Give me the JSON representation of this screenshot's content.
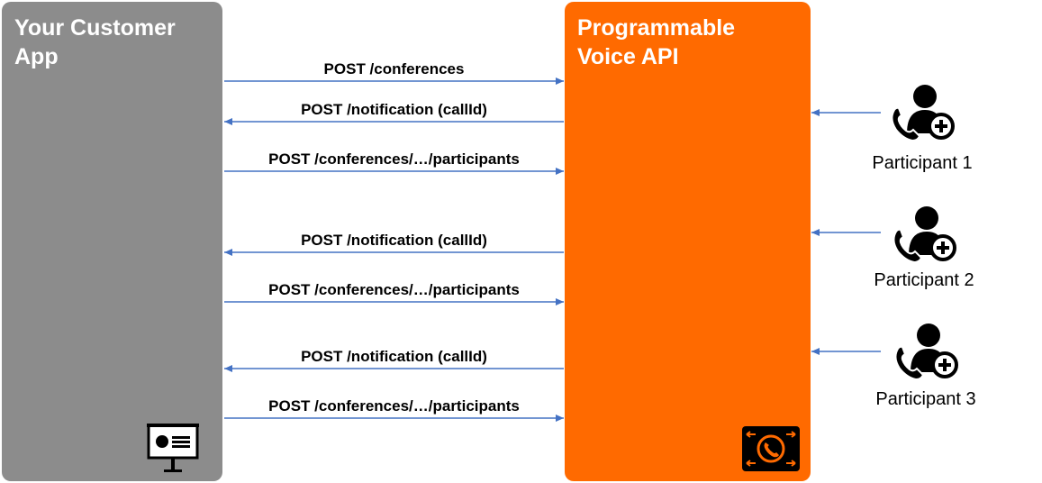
{
  "app": {
    "title": "Your Customer\nApp",
    "icon": "presentation-board-icon",
    "color": "#8c8c8c"
  },
  "api": {
    "title": "Programmable\nVoice API",
    "icon": "phone-routing-icon",
    "color": "#ff6a00"
  },
  "arrow_color": "#4472c4",
  "messages": [
    {
      "label": "POST /conferences",
      "direction": "to-api"
    },
    {
      "label": "POST /notification (callId)",
      "direction": "to-app"
    },
    {
      "label": "POST /conferences/…/participants",
      "direction": "to-api"
    },
    {
      "label": "POST /notification (callId)",
      "direction": "to-app"
    },
    {
      "label": "POST /conferences/…/participants",
      "direction": "to-api"
    },
    {
      "label": "POST /notification (callId)",
      "direction": "to-app"
    },
    {
      "label": "POST /conferences/…/participants",
      "direction": "to-api"
    }
  ],
  "participants": [
    {
      "label": "Participant 1",
      "icon": "add-participant-icon"
    },
    {
      "label": "Participant 2",
      "icon": "add-participant-icon"
    },
    {
      "label": "Participant 3",
      "icon": "add-participant-icon"
    }
  ]
}
